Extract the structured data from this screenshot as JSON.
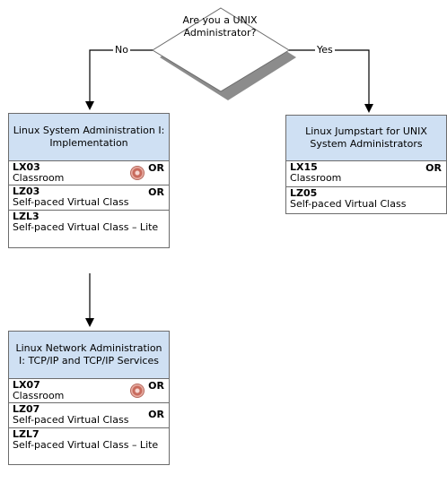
{
  "decision": {
    "question": "Are you a UNIX Administrator?"
  },
  "branches": {
    "no_label": "No",
    "yes_label": "Yes"
  },
  "courses": {
    "lx_sysadmin": {
      "title": "Linux System Administration I: Implementation",
      "options": [
        {
          "code": "LX03",
          "format": "Classroom",
          "connector": "OR",
          "icon": "classroom-disc-icon"
        },
        {
          "code": "LZ03",
          "format": "Self-paced Virtual Class",
          "connector": "OR"
        },
        {
          "code": "LZL3",
          "format": "Self-paced Virtual Class – Lite"
        }
      ]
    },
    "lx_network": {
      "title": "Linux Network Administration I: TCP/IP and TCP/IP Services",
      "options": [
        {
          "code": "LX07",
          "format": "Classroom",
          "connector": "OR",
          "icon": "classroom-disc-icon"
        },
        {
          "code": "LZ07",
          "format": "Self-paced Virtual Class",
          "connector": "OR"
        },
        {
          "code": "LZL7",
          "format": "Self-paced Virtual Class – Lite"
        }
      ]
    },
    "lx_jumpstart": {
      "title": "Linux Jumpstart for UNIX System Administrators",
      "options": [
        {
          "code": "LX15",
          "format": "Classroom",
          "connector": "OR"
        },
        {
          "code": "LZ05",
          "format": "Self-paced Virtual Class"
        }
      ]
    }
  },
  "colors": {
    "header_fill": "#cfe0f3",
    "border": "#6c6c6c",
    "decision_fill": "#ffffff",
    "shadow": "#8c8c8c"
  }
}
